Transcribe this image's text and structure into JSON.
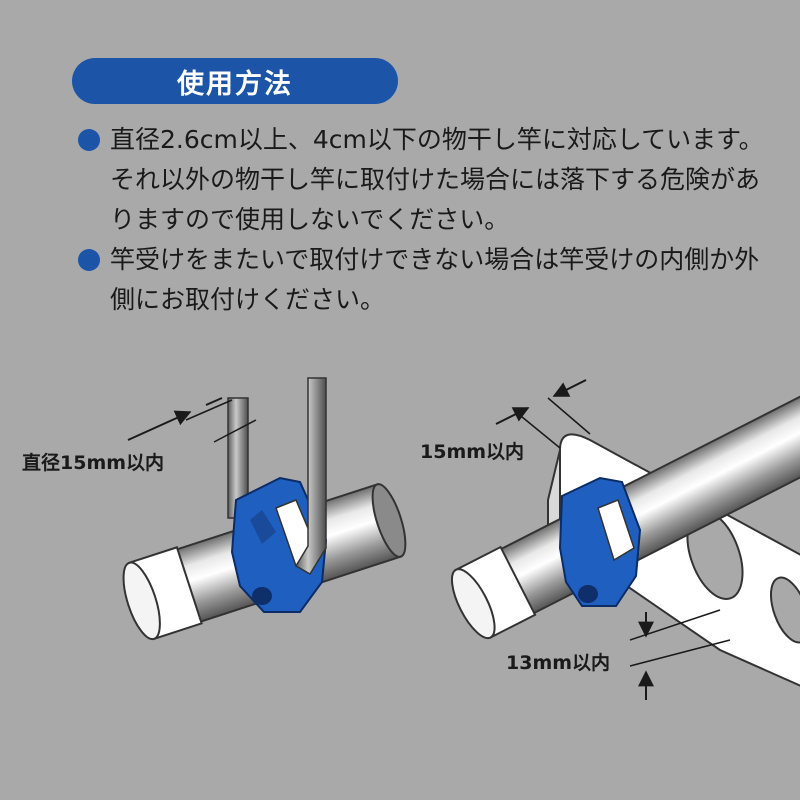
{
  "title": "使用方法",
  "notes": [
    "直径2.6cm以上、4cm以下の物干し竿に対応しています。それ以外の物干し竿に取付けた場合には落下する危険がありますので使用しないでください。",
    "竿受けをまたいで取付けできない場合は竿受けの内側か外側にお取付けください。"
  ],
  "labels": {
    "left_diameter": "直径15mm以内",
    "right_width": "15mm以内",
    "right_thickness": "13mm以内"
  },
  "colors": {
    "accent_blue": "#1c54a8",
    "background": "#a9a9a9"
  }
}
